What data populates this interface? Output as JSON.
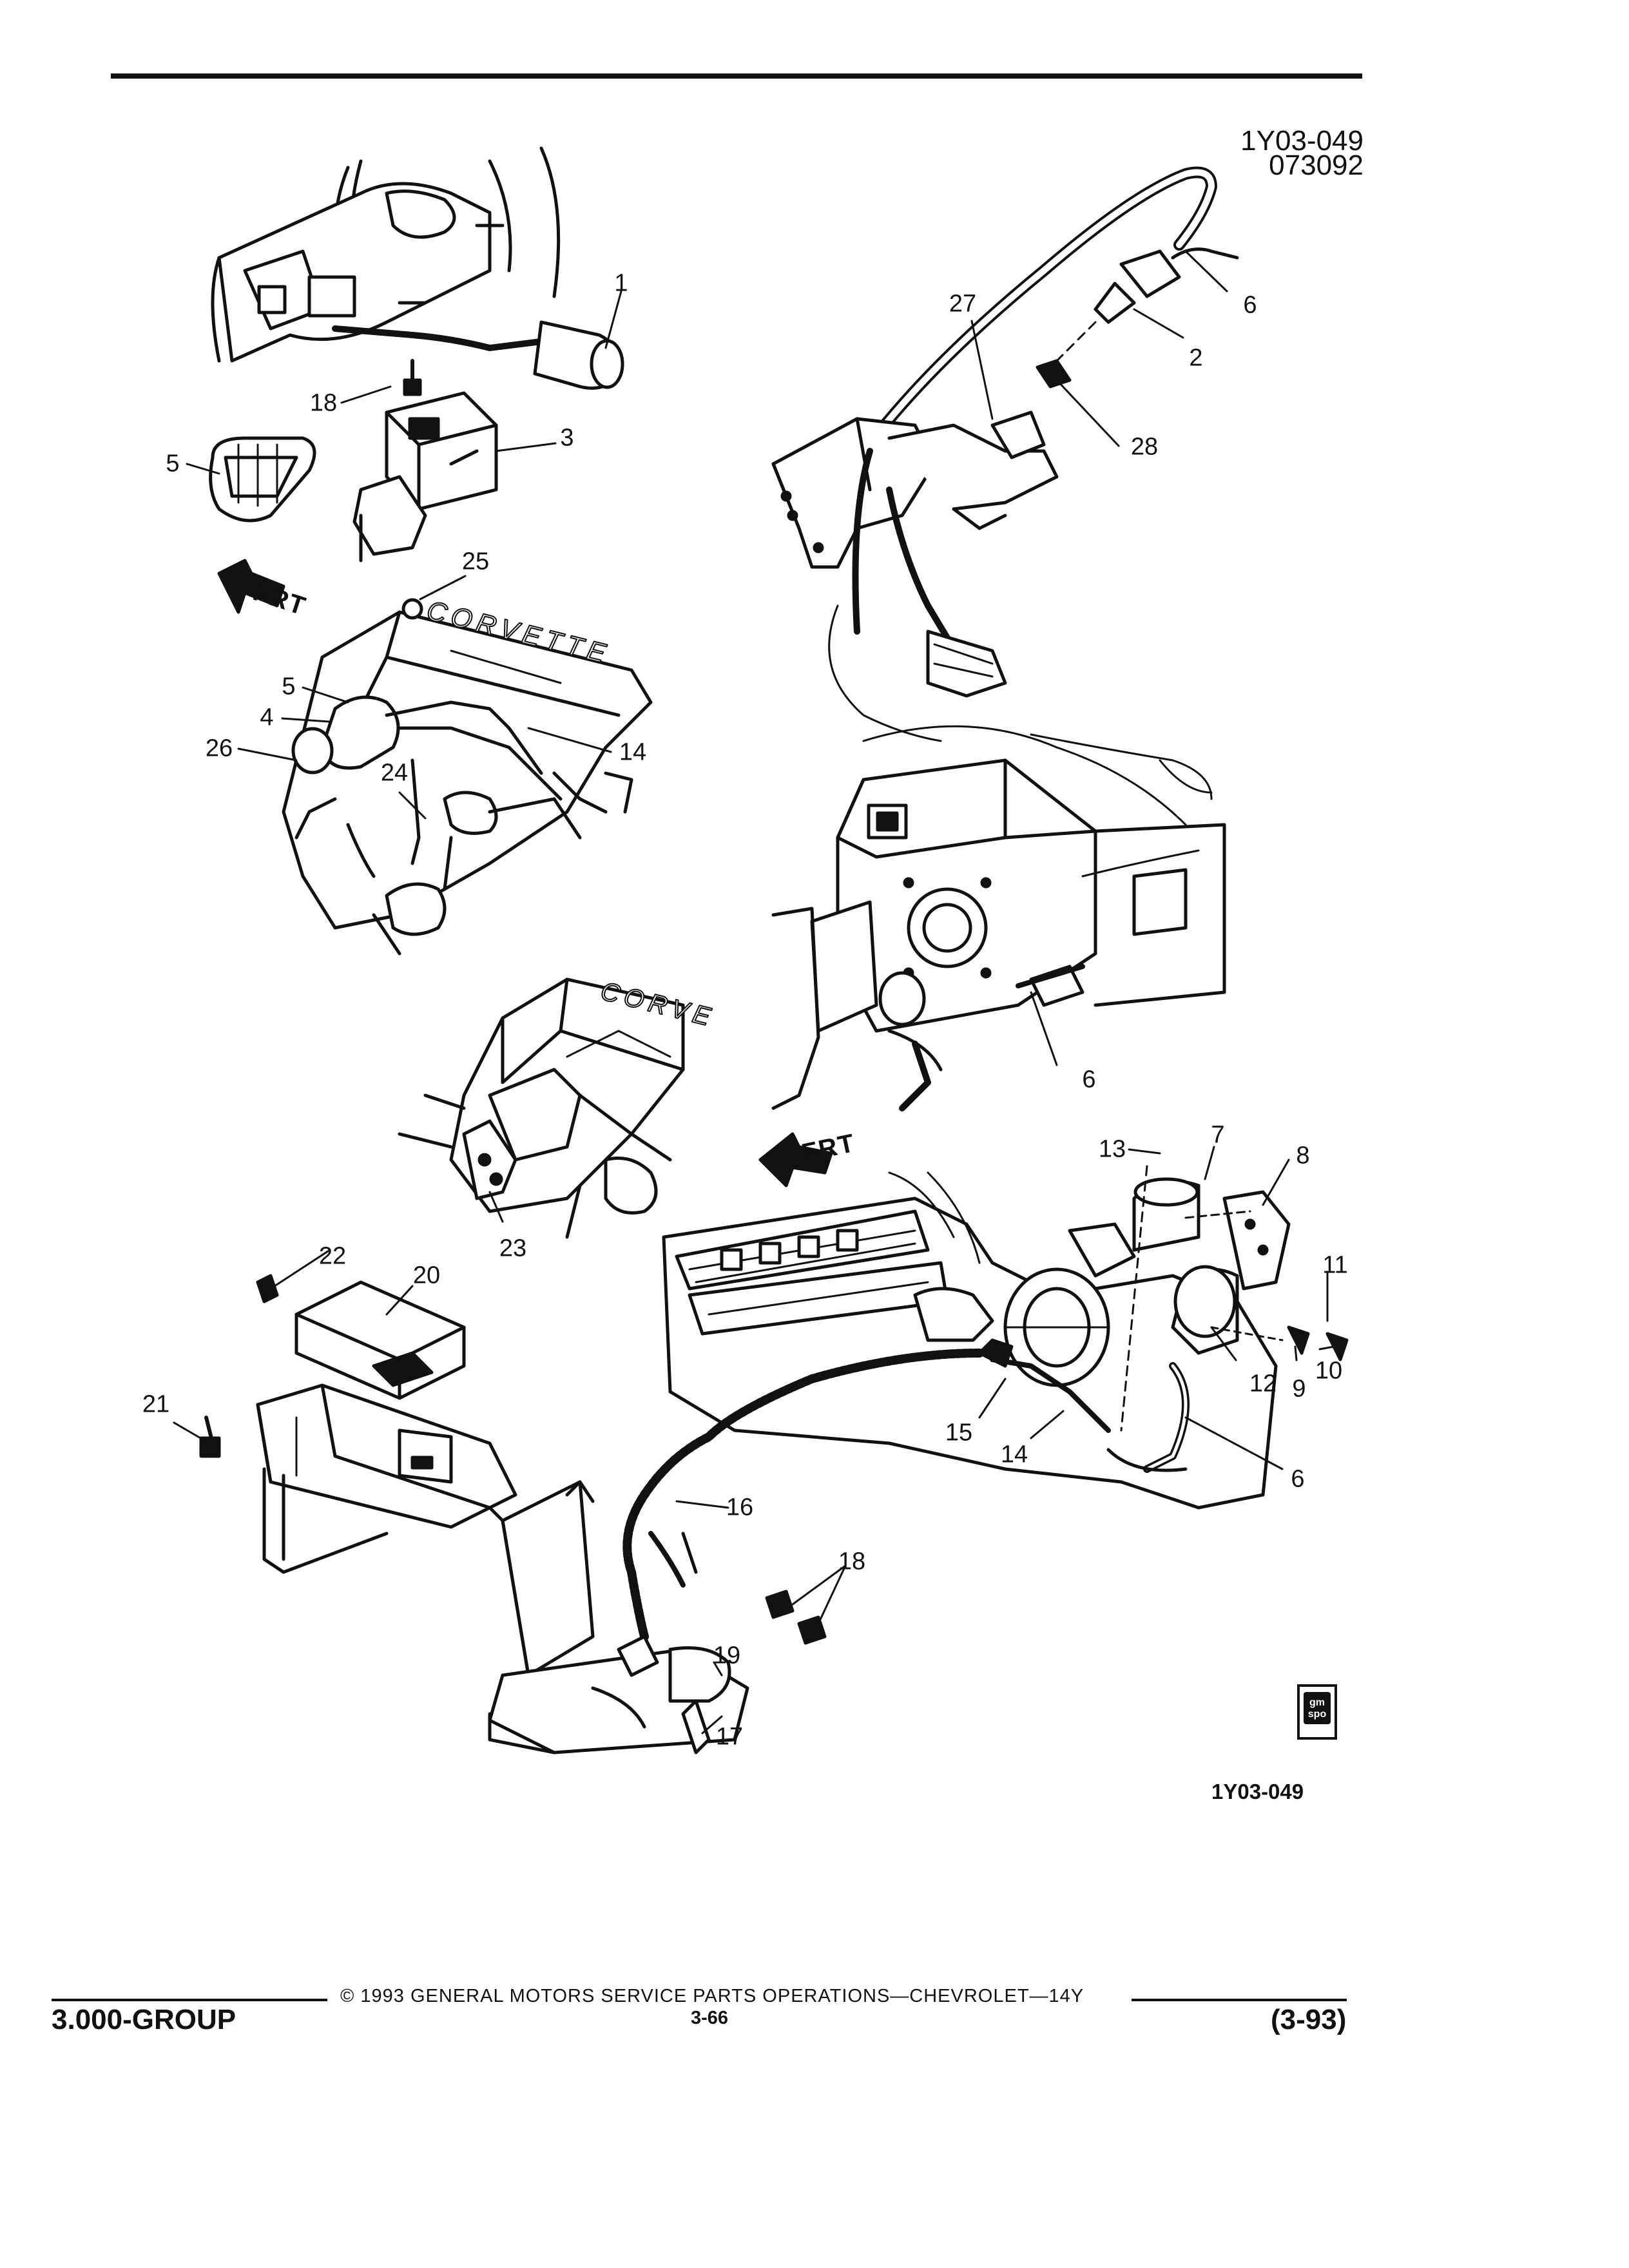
{
  "header": {
    "code_line1": "1Y03-049",
    "code_line2": "073092"
  },
  "callouts": [
    {
      "id": "c1",
      "text": "1"
    },
    {
      "id": "c18a",
      "text": "18"
    },
    {
      "id": "c3",
      "text": "3"
    },
    {
      "id": "c5a",
      "text": "5"
    },
    {
      "id": "c25",
      "text": "25"
    },
    {
      "id": "c5b",
      "text": "5"
    },
    {
      "id": "c4",
      "text": "4"
    },
    {
      "id": "c26",
      "text": "26"
    },
    {
      "id": "c24",
      "text": "24"
    },
    {
      "id": "c14a",
      "text": "14"
    },
    {
      "id": "c27",
      "text": "27"
    },
    {
      "id": "c6a",
      "text": "6"
    },
    {
      "id": "c2",
      "text": "2"
    },
    {
      "id": "c28",
      "text": "28"
    },
    {
      "id": "c6b",
      "text": "6"
    },
    {
      "id": "c23",
      "text": "23"
    },
    {
      "id": "c13",
      "text": "13"
    },
    {
      "id": "c7",
      "text": "7"
    },
    {
      "id": "c8",
      "text": "8"
    },
    {
      "id": "c11",
      "text": "11"
    },
    {
      "id": "c12",
      "text": "12"
    },
    {
      "id": "c9",
      "text": "9"
    },
    {
      "id": "c10",
      "text": "10"
    },
    {
      "id": "c22",
      "text": "22"
    },
    {
      "id": "c20",
      "text": "20"
    },
    {
      "id": "c21",
      "text": "21"
    },
    {
      "id": "c15",
      "text": "15"
    },
    {
      "id": "c14b",
      "text": "14"
    },
    {
      "id": "c6c",
      "text": "6"
    },
    {
      "id": "c16",
      "text": "16"
    },
    {
      "id": "c18b",
      "text": "18"
    },
    {
      "id": "c19",
      "text": "19"
    },
    {
      "id": "c17",
      "text": "17"
    }
  ],
  "frt_labels": [
    "FRT",
    "FRT"
  ],
  "engine_lettering": [
    "CORVETTE",
    "CORVE"
  ],
  "badge": {
    "text": "gm spo"
  },
  "figure_code": "1Y03-049",
  "footer": {
    "group": "3.000-GROUP",
    "copyright": "© 1993 GENERAL MOTORS SERVICE PARTS OPERATIONS—CHEVROLET—14Y",
    "page": "3-66",
    "date": "(3-93)"
  }
}
